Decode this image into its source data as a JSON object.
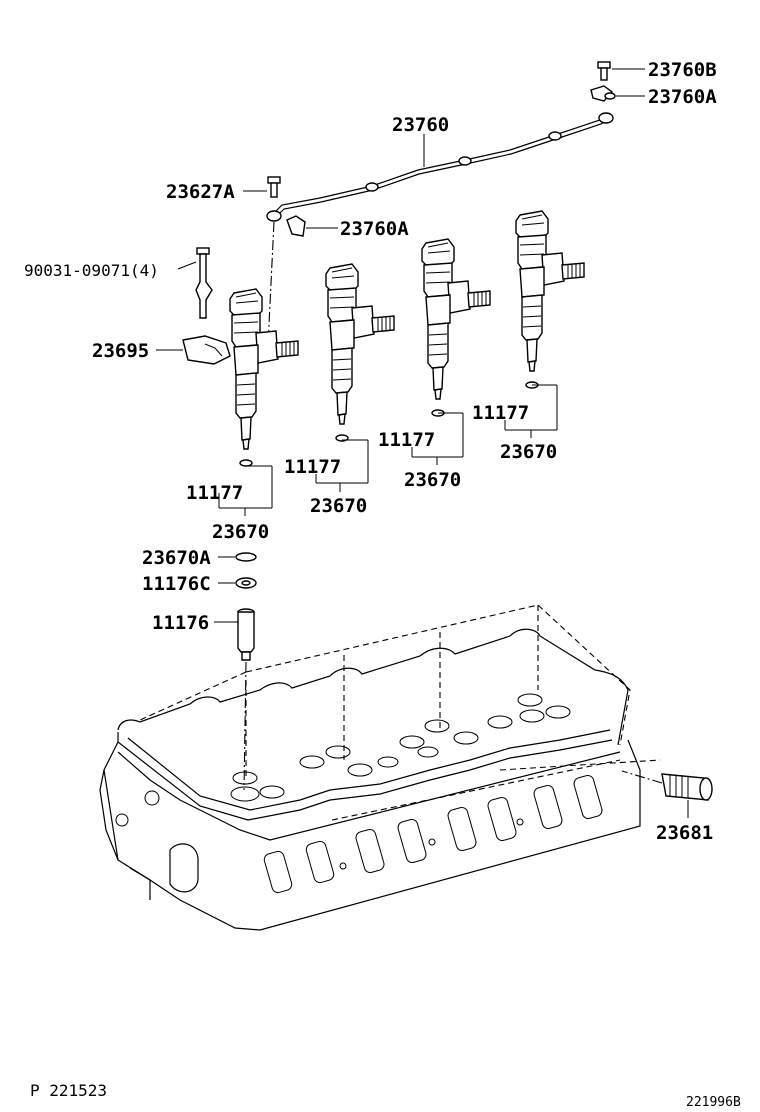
{
  "diagram": {
    "labels": {
      "bolt_23760B": "23760B",
      "clamp_23760A_top": "23760A",
      "leak_pipe_23760": "23760",
      "bolt_23627A": "23627A",
      "clamp_23760A_mid": "23760A",
      "bolt_90031": "90031-09071(4)",
      "clamp_23695": "23695",
      "washer_11177_1": "11177",
      "injector_23670_1": "23670",
      "washer_11177_2": "11177",
      "injector_23670_2": "23670",
      "washer_11177_3": "11177",
      "injector_23670_3": "23670",
      "washer_11177_4": "11177",
      "injector_23670_4": "23670",
      "oring_23670A": "23670A",
      "seal_11176C": "11176C",
      "sleeve_11176": "11176",
      "tube_23681": "23681"
    },
    "footer": {
      "page_code": "P 221523",
      "figure_code": "221996B"
    }
  }
}
